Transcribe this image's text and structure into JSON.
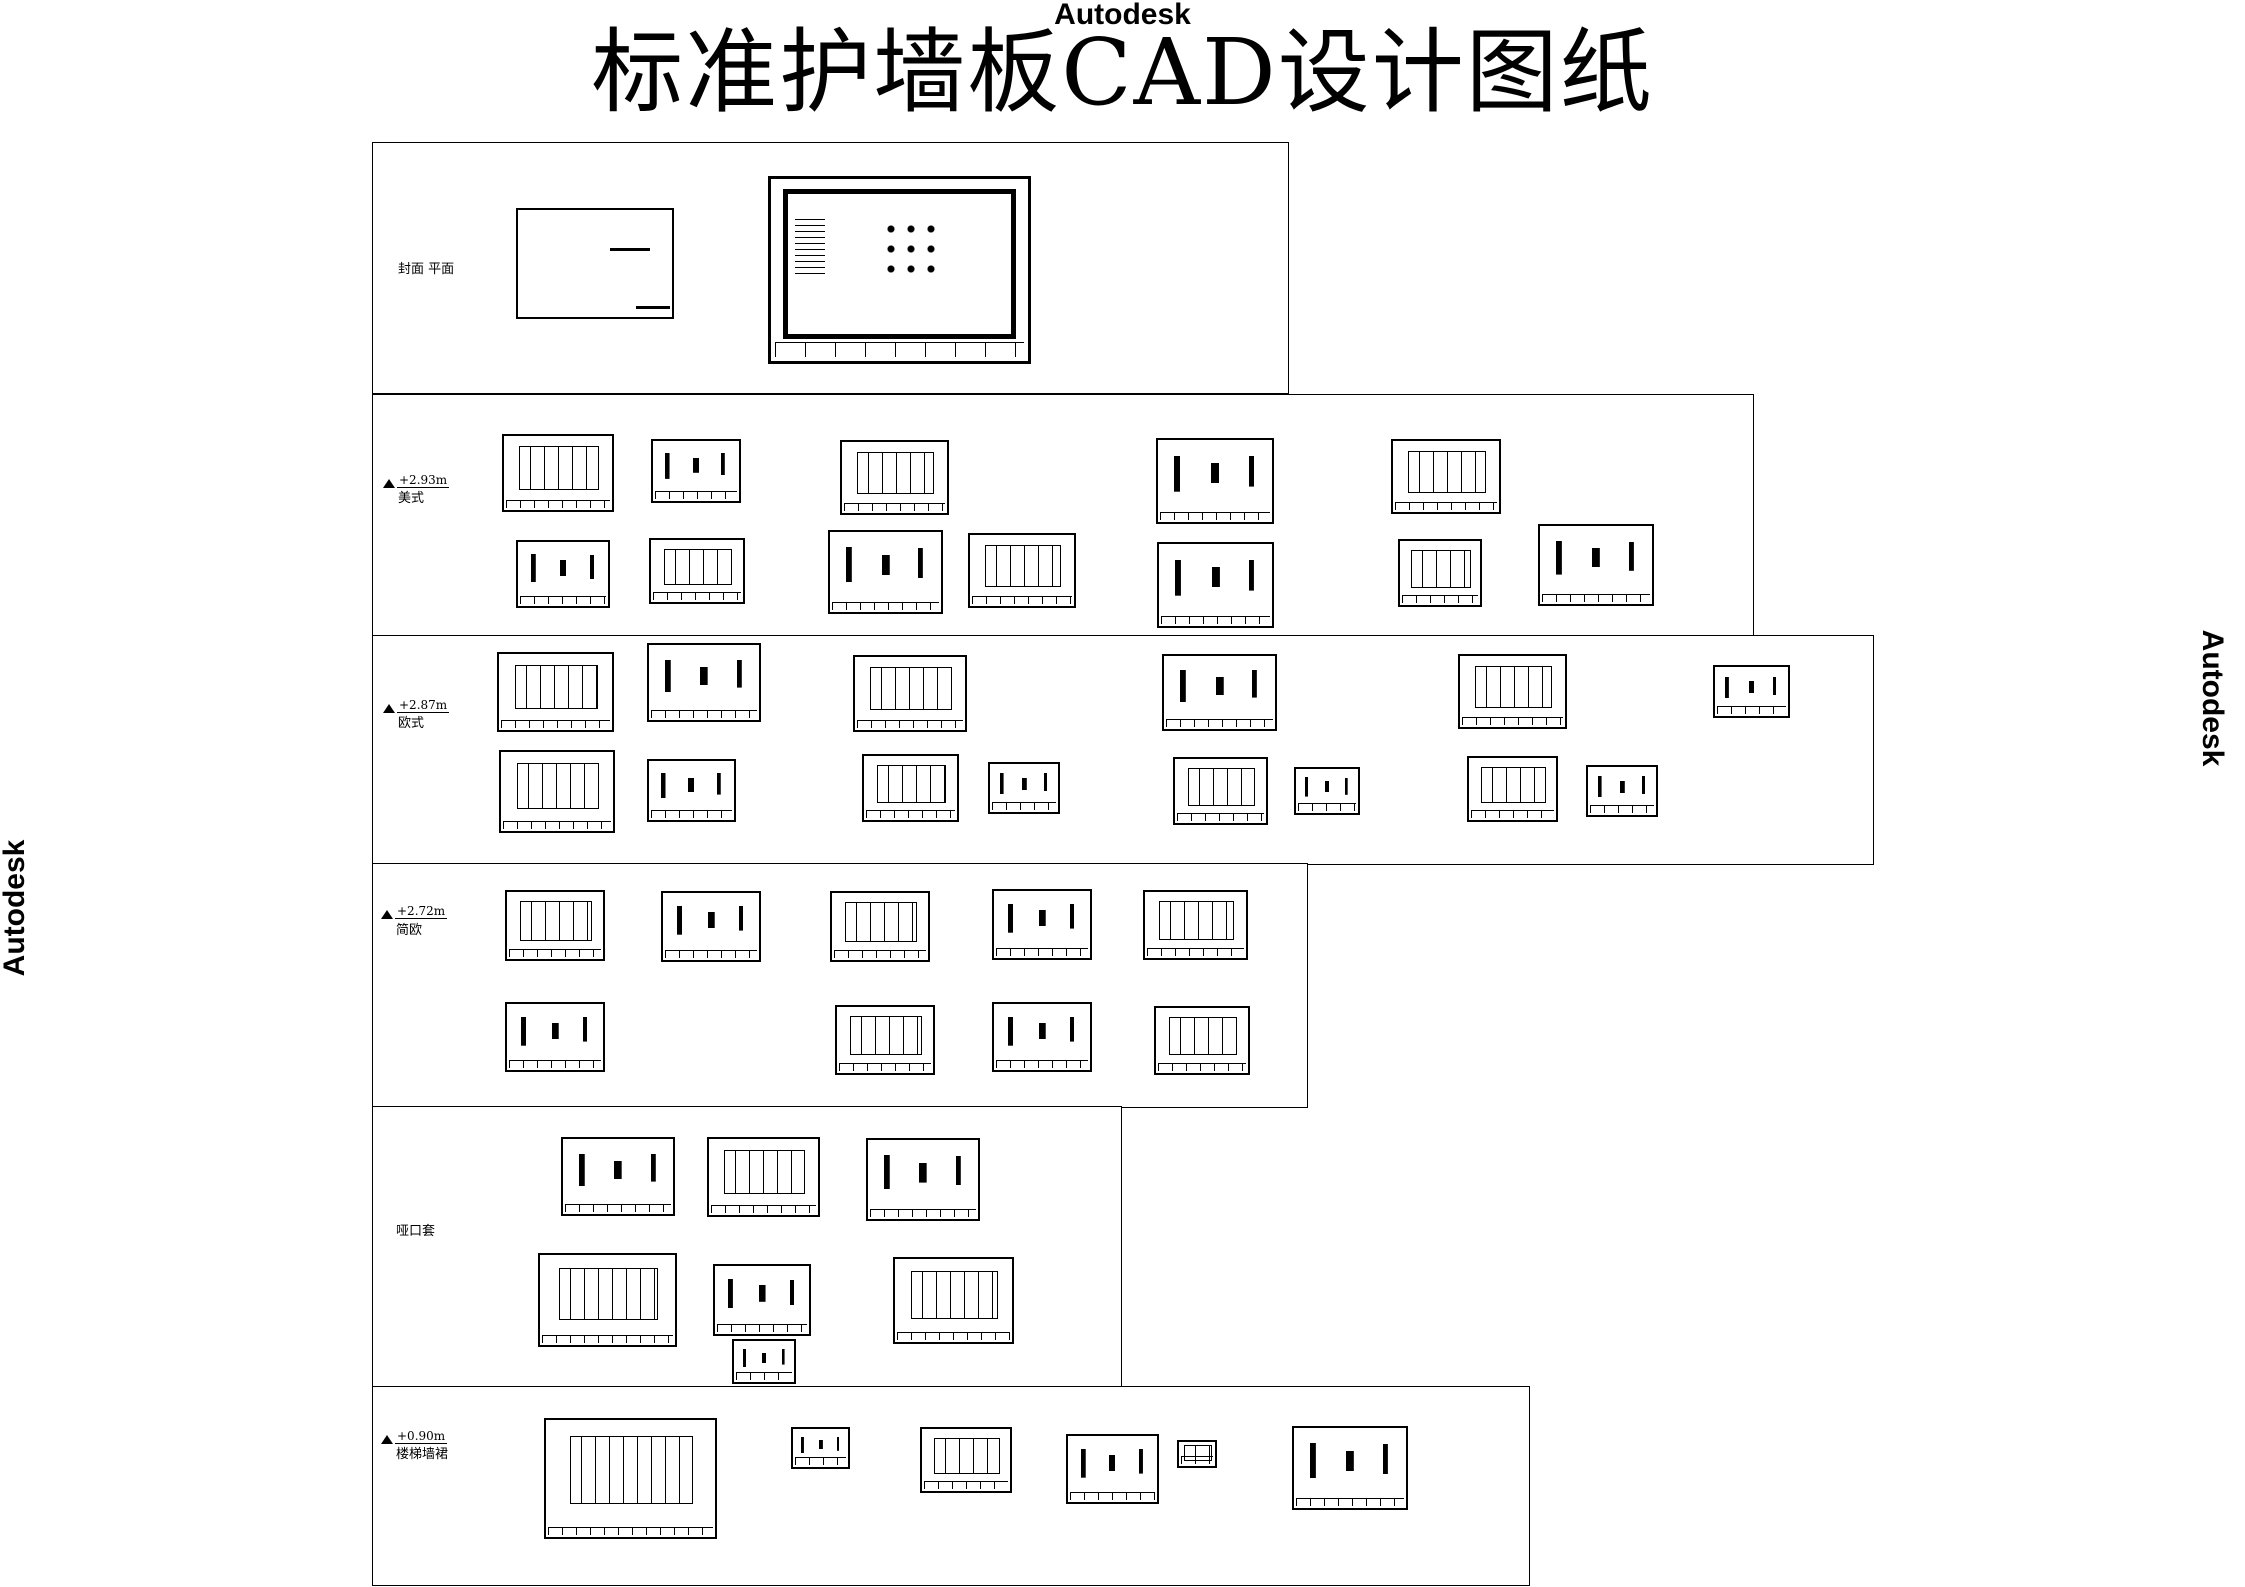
{
  "title": "标准护墙板CAD设计图纸",
  "watermark": "Autodesk",
  "sections": [
    {
      "label": "封面 平面",
      "elevation": ""
    },
    {
      "label": "美式",
      "elevation": "+2.93m"
    },
    {
      "label": "欧式",
      "elevation": "+2.87m"
    },
    {
      "label": "简欧",
      "elevation": "+2.72m"
    },
    {
      "label": "哑口套",
      "elevation": ""
    },
    {
      "label": "楼梯墙裙",
      "elevation": "+0.90m"
    }
  ]
}
